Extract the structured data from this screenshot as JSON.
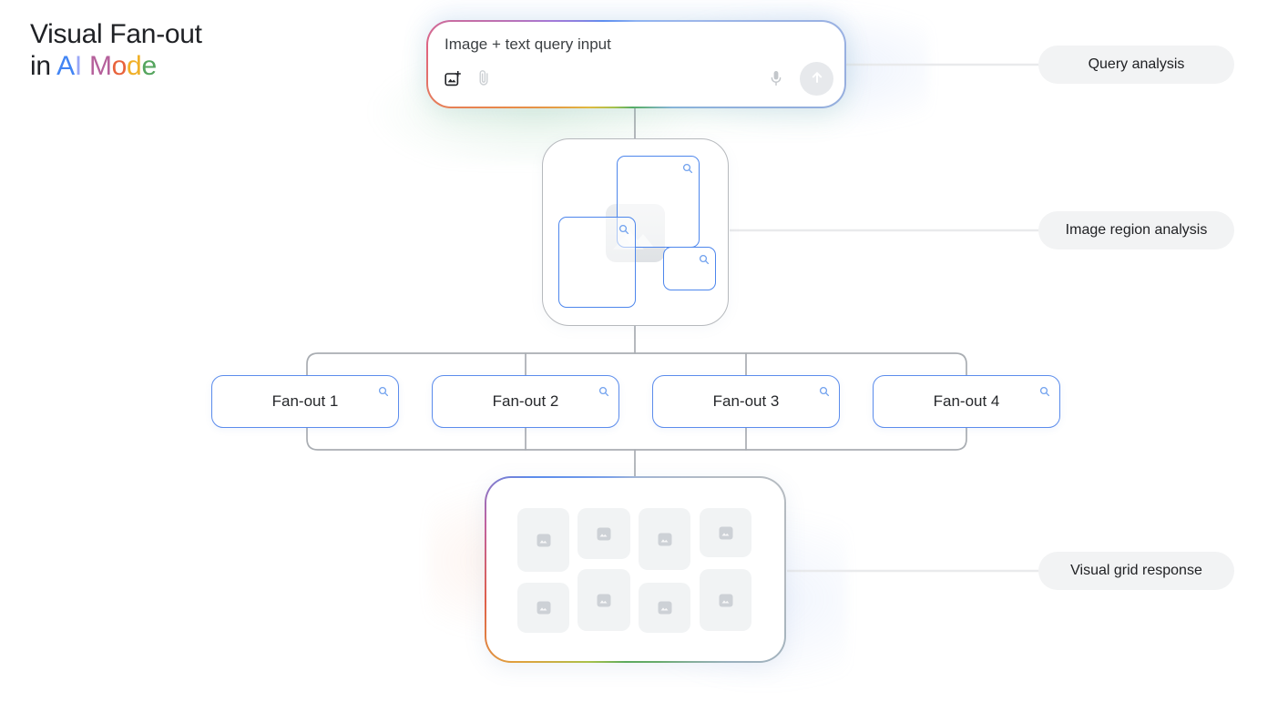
{
  "title": {
    "line1": "Visual Fan-out",
    "line2_prefix": "in ",
    "ai_mode_letters": [
      {
        "char": "A",
        "color": "#4285f4"
      },
      {
        "char": "I",
        "color": "#9aa8f7"
      },
      {
        "char": " ",
        "color": ""
      },
      {
        "char": "M",
        "color": "#b5609b"
      },
      {
        "char": "o",
        "color": "#e8633c"
      },
      {
        "char": "d",
        "color": "#f0b028"
      },
      {
        "char": "e",
        "color": "#55a55e"
      }
    ]
  },
  "search_box": {
    "query_text": "Image + text query input",
    "icons": [
      "add-image-icon",
      "attachment-icon",
      "mic-icon",
      "arrow-up-submit-icon"
    ]
  },
  "labels": {
    "query_analysis": "Query analysis",
    "image_region_analysis": "Image region analysis",
    "visual_grid_response": "Visual grid response"
  },
  "fanout": {
    "boxes": [
      {
        "label": "Fan-out 1"
      },
      {
        "label": "Fan-out 2"
      },
      {
        "label": "Fan-out 3"
      },
      {
        "label": "Fan-out 4"
      }
    ],
    "icon": "magnifier-icon"
  },
  "image_region_box": {
    "regions_count": 3,
    "region_icon": "magnifier-icon",
    "center_icon": "image-placeholder-icon"
  },
  "visual_grid": {
    "tiles_count": 8,
    "tile_icon": "image-thumbnail-icon"
  },
  "colors": {
    "accent_blue": "#4d86ec",
    "fanout_border_blue": "#5b8cec",
    "connector_gray": "#a9adb2",
    "pill_connector_gray": "#e9eaec",
    "pill_background": "#f2f3f4",
    "box_border_gray": "#b6b9bd",
    "tile_gray": "#f1f3f4",
    "google_blue": "#4285f4",
    "google_red": "#ea4335",
    "google_yellow": "#fbbc04",
    "google_green": "#34a853"
  }
}
